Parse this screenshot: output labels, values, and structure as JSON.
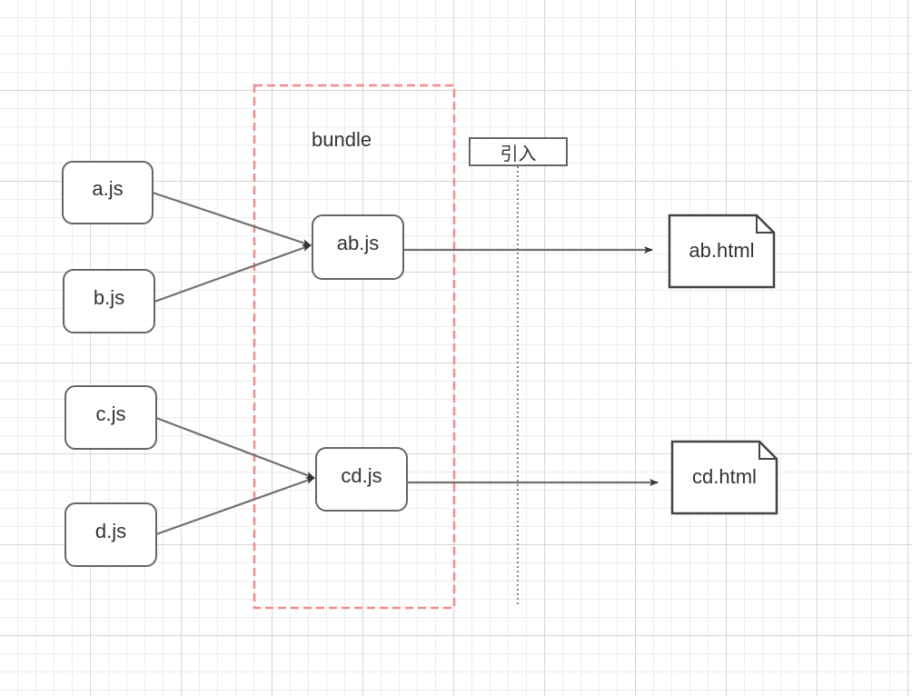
{
  "diagram": {
    "group": {
      "label": "bundle",
      "border_color": "#f28b8b"
    },
    "inputs": [
      "a.js",
      "b.js",
      "c.js",
      "d.js"
    ],
    "bundles": [
      "ab.js",
      "cd.js"
    ],
    "outputs": [
      "ab.html",
      "cd.html"
    ],
    "marker_label": "引入",
    "edges": [
      {
        "from": "a.js",
        "to": "ab.js"
      },
      {
        "from": "b.js",
        "to": "ab.js"
      },
      {
        "from": "c.js",
        "to": "cd.js"
      },
      {
        "from": "d.js",
        "to": "cd.js"
      },
      {
        "from": "ab.js",
        "to": "ab.html"
      },
      {
        "from": "cd.js",
        "to": "cd.html"
      }
    ]
  }
}
